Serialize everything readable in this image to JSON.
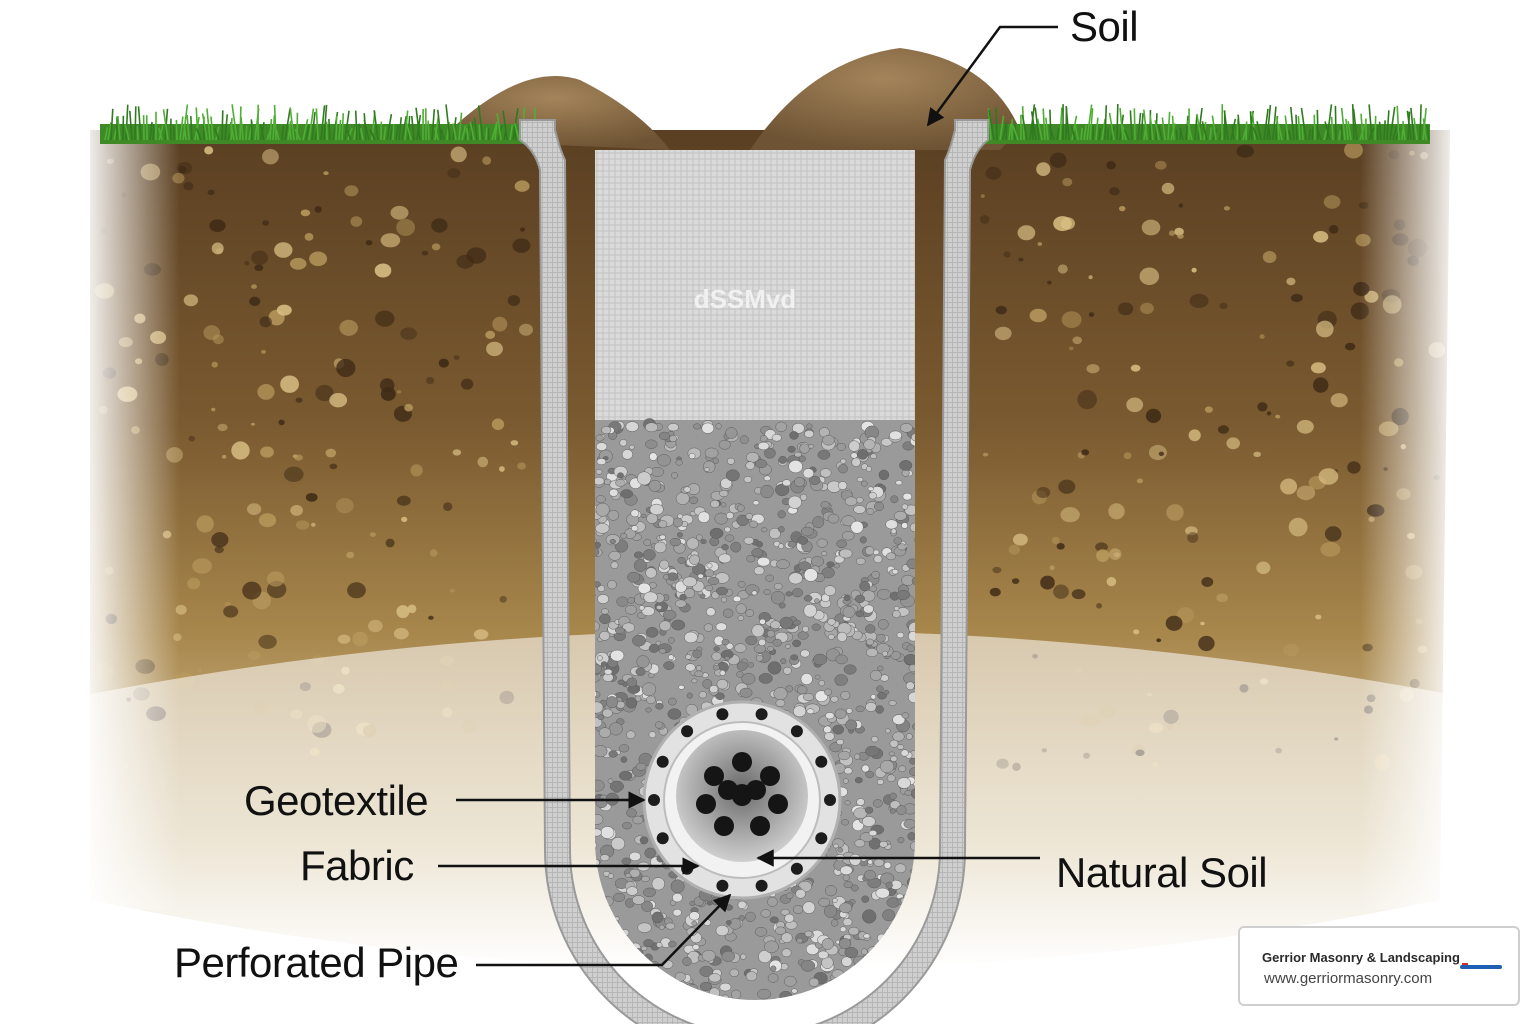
{
  "labels": {
    "soil": "Soil",
    "geotextile": "Geotextile",
    "fabric": "Fabric",
    "perforated_pipe": "Perforated Pipe",
    "natural_soil": "Natural Soil",
    "fabric_text": "dSSMvd"
  },
  "watermark": {
    "name": "Gerrior Masonry & Landscaping",
    "url": "www.gerriormasonry.com"
  },
  "colors": {
    "grass": "#3f9a2a",
    "soil_dark": "#5a3f22",
    "soil_mid": "#8a6a3a",
    "soil_light": "#c4a466",
    "mound": "#8c6e48",
    "fabric": "#d9d9d9",
    "gravel": "#8f8f8f",
    "pipe": "#e6e6e6",
    "leader": "#111111"
  }
}
